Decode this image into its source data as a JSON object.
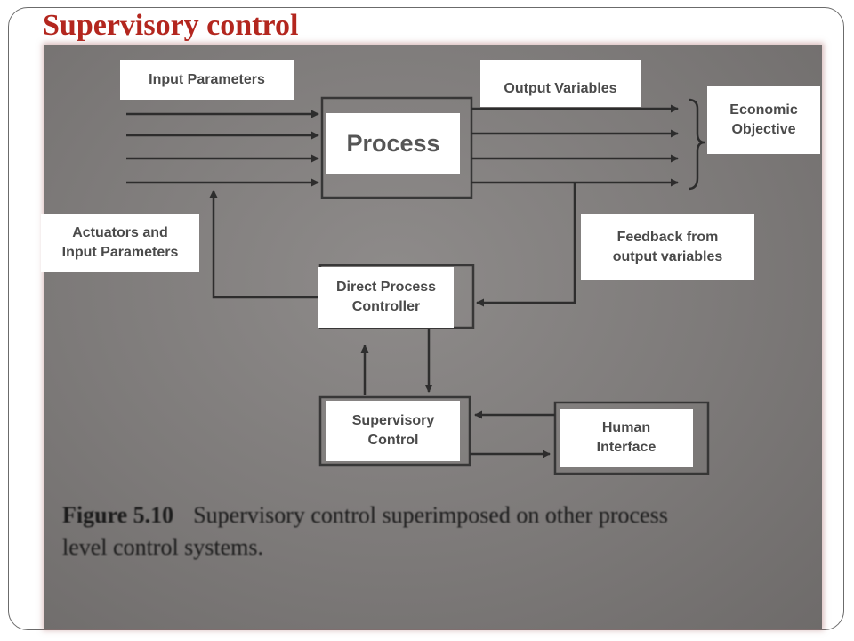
{
  "slide": {
    "title": "Supervisory control"
  },
  "diagram": {
    "process": "Process",
    "input_parameters": "Input Parameters",
    "output_variables": "Output Variables",
    "economic_objective": "Economic\nObjective",
    "actuators": "Actuators and\nInput Parameters",
    "feedback": "Feedback from\noutput variables",
    "direct_controller": "Direct Process\nController",
    "supervisory": "Supervisory\nControl",
    "human_interface": "Human\nInterface"
  },
  "caption": {
    "figure_number": "Figure 5.10",
    "line1": "Supervisory control superimposed on other process",
    "line2": "level control systems."
  },
  "colors": {
    "title": "#b3261e",
    "label_text": "#4a4a4a",
    "photo_bg": "#7d7a79",
    "line": "#1f1f1f"
  }
}
